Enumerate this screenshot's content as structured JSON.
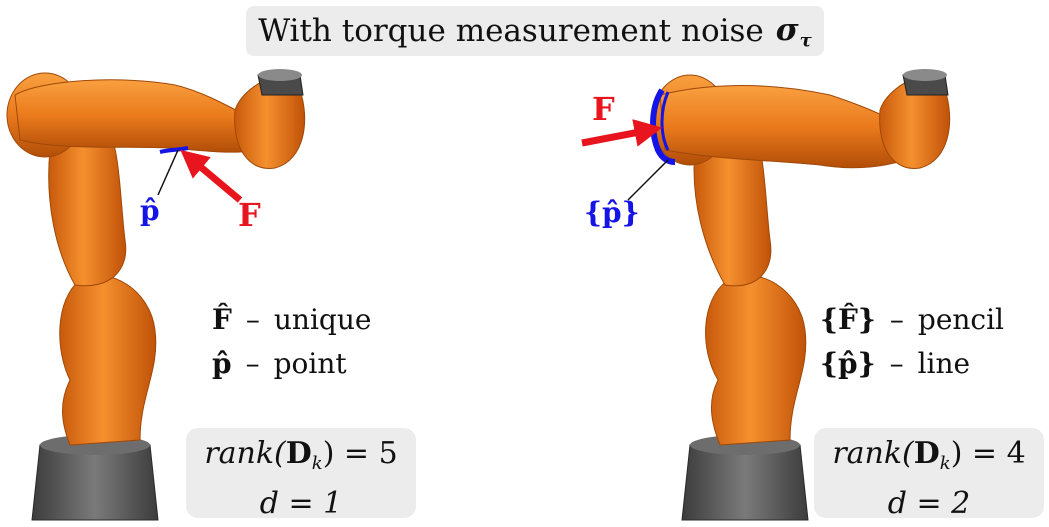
{
  "title": {
    "text": "With torque measurement noise",
    "symbol": "σ",
    "symbol_subscript": "τ"
  },
  "left_panel": {
    "force_label": "F",
    "point_label": "p̂",
    "legend": [
      {
        "symbol": "F̂",
        "dash": "–",
        "text": "unique"
      },
      {
        "symbol": "p̂",
        "dash": "–",
        "text": "point"
      }
    ],
    "rank": {
      "prefix": "rank(",
      "matrix": "D",
      "subscript": "k",
      "suffix": ") = 5",
      "d_line": "d = 1"
    }
  },
  "right_panel": {
    "force_label": "F",
    "point_label": "{p̂}",
    "legend": [
      {
        "symbol": "{F̂}",
        "dash": "–",
        "text": "pencil"
      },
      {
        "symbol": "{p̂}",
        "dash": "–",
        "text": "line"
      }
    ],
    "rank": {
      "prefix": "rank(",
      "matrix": "D",
      "subscript": "k",
      "suffix": ") = 4",
      "d_line": "d = 2"
    }
  },
  "colors": {
    "robot": "#e8771a",
    "robot_dark": "#b8520a",
    "base": "#5a5a5a",
    "force_arrow": "#e8141e",
    "point": "#1414e6",
    "box": "#ececec"
  }
}
